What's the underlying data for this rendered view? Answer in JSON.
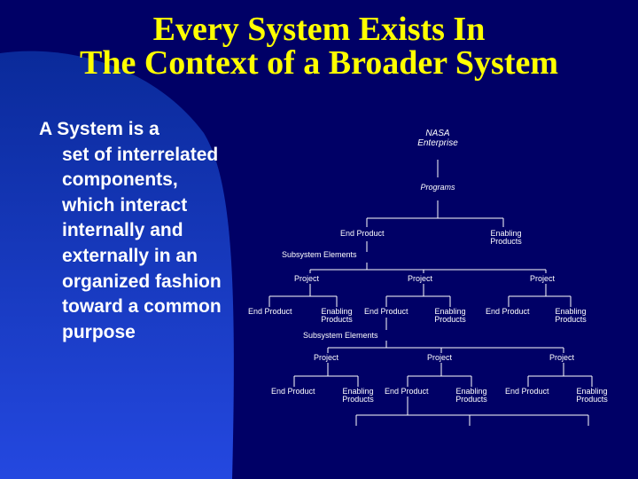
{
  "colors": {
    "background": "#000066",
    "title": "#ffff00",
    "text": "#ffffff",
    "swoosh": "#1a3cc8"
  },
  "title": {
    "line1": "Every System Exists In",
    "line2": "The Context of a Broader System"
  },
  "body": {
    "first": "A System is a",
    "rest": "set of interrelated components, which interact internally and externally in an organized fashion toward a common purpose"
  },
  "diagram": {
    "nasa": "NASA",
    "enterprise": "Enterprise",
    "programs": "Programs",
    "end_product": "End Product",
    "enabling": "Enabling",
    "products": "Products",
    "subsystem_elements": "Subsystem Elements",
    "project": "Project"
  }
}
